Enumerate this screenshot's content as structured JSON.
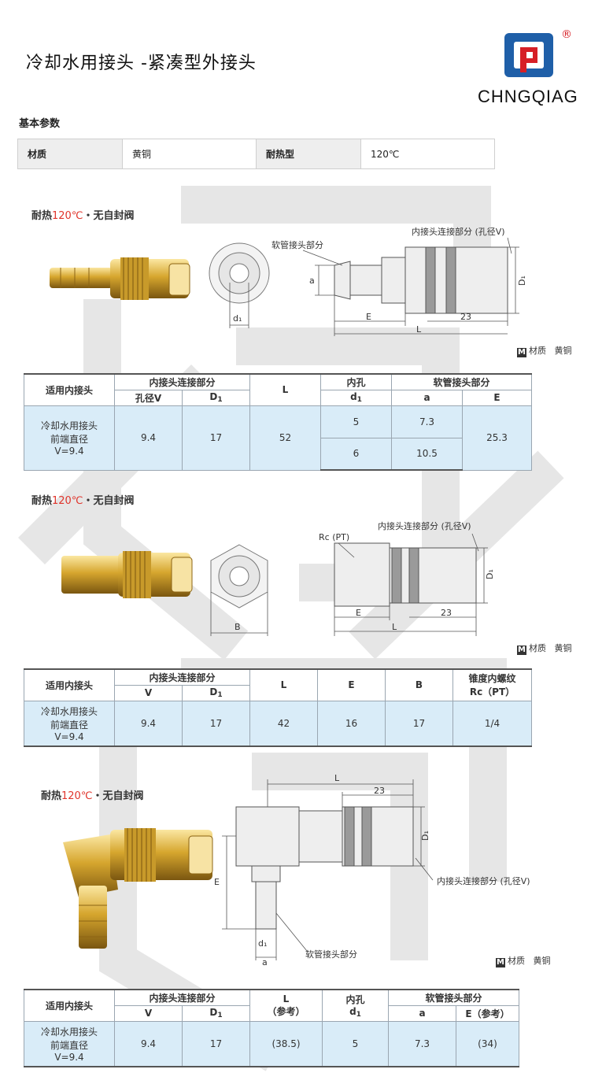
{
  "header": {
    "title": "冷却水用接头 -紧凑型外接头",
    "logo_text": "CHNGQIAG",
    "logo_reg": "®"
  },
  "basic": {
    "title": "基本参数",
    "material_label": "材质",
    "material_value": "黄铜",
    "heat_label": "耐热型",
    "heat_value": "120℃"
  },
  "sections": [
    {
      "heat_prefix": "耐热",
      "heat_temp": "120℃",
      "heat_suffix": "・无自封阀",
      "material_icon": "M",
      "material_label": "材质",
      "material_value": "黄铜",
      "labels": {
        "hose": "软管接头部分",
        "conn": "内接头连接部分 (孔径V)",
        "a": "a",
        "d1": "d₁",
        "D1": "D₁",
        "E": "E",
        "L": "L",
        "dim23": "23"
      },
      "table": {
        "h_applicable": "适用内接头",
        "h_conn": "内接头连接部分",
        "h_hole_v": "孔径V",
        "h_D1": "D",
        "h_L": "L",
        "h_inner": "内孔",
        "h_d1": "d",
        "h_hose": "软管接头部分",
        "h_a": "a",
        "h_E": "E",
        "applicable": [
          "冷却水用接头",
          "前端直径",
          "V=9.4"
        ],
        "V": "9.4",
        "D1": "17",
        "L": "52",
        "rows": [
          {
            "d1": "5",
            "a": "7.3"
          },
          {
            "d1": "6",
            "a": "10.5"
          }
        ],
        "E": "25.3"
      }
    },
    {
      "heat_prefix": "耐热",
      "heat_temp": "120℃",
      "heat_suffix": "・无自封阀",
      "material_icon": "M",
      "material_label": "材质",
      "material_value": "黄铜",
      "labels": {
        "rc": "Rc (PT)",
        "conn": "内接头连接部分 (孔径V)",
        "D1": "D₁",
        "E": "E",
        "L": "L",
        "B": "B",
        "dim23": "23"
      },
      "table": {
        "h_applicable": "适用内接头",
        "h_conn": "内接头连接部分",
        "h_V": "V",
        "h_D1": "D",
        "h_L": "L",
        "h_E": "E",
        "h_B": "B",
        "h_thread1": "锥度内螺纹",
        "h_thread2": "Rc（PT）",
        "applicable": [
          "冷却水用接头",
          "前端直径",
          "V=9.4"
        ],
        "V": "9.4",
        "D1": "17",
        "L": "42",
        "E": "16",
        "B": "17",
        "Rc": "1/4"
      }
    },
    {
      "heat_prefix": "耐热",
      "heat_temp": "120℃",
      "heat_suffix": "・无自封阀",
      "material_icon": "M",
      "material_label": "材质",
      "material_value": "黄铜",
      "labels": {
        "hose": "软管接头部分",
        "conn": "内接头连接部分 (孔径V)",
        "L": "L",
        "dim23": "23",
        "D1": "D₁",
        "E": "E",
        "d1": "d₁",
        "a": "a"
      },
      "table": {
        "h_applicable": "适用内接头",
        "h_conn": "内接头连接部分",
        "h_V": "V",
        "h_D1": "D",
        "h_L": "L",
        "h_ref": "（参考）",
        "h_inner": "内孔",
        "h_d1": "d",
        "h_hose": "软管接头部分",
        "h_a": "a",
        "h_E": "E（参考）",
        "applicable": [
          "冷却水用接头",
          "前端直径",
          "V=9.4"
        ],
        "V": "9.4",
        "D1": "17",
        "L": "(38.5)",
        "d1": "5",
        "a": "7.3",
        "E": "(34)"
      }
    }
  ],
  "colors": {
    "brass_light": "#f4d77a",
    "brass_mid": "#d6a62e",
    "brass_dark": "#8c6414",
    "table_body": "#d9ecf8",
    "accent_red": "#e0342b",
    "logo_blue": "#1f5fa8",
    "logo_red": "#d61f26"
  }
}
